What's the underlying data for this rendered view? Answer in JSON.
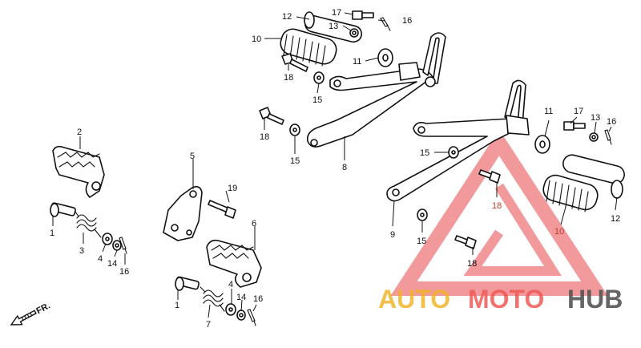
{
  "callouts": {
    "c1a": "1",
    "c1b": "1",
    "c2": "2",
    "c3": "3",
    "c4a": "4",
    "c4b": "4",
    "c5": "5",
    "c6": "6",
    "c7": "7",
    "c8": "8",
    "c9": "9",
    "c10a": "10",
    "c10b": "10",
    "c11a": "11",
    "c11b": "11",
    "c12a": "12",
    "c12b": "12",
    "c13a": "13",
    "c13b": "13",
    "c14a": "14",
    "c14b": "14",
    "c15a": "15",
    "c15b": "15",
    "c15c": "15",
    "c15d": "15",
    "c16a": "16",
    "c16b": "16",
    "c16c": "16",
    "c16d": "16",
    "c17a": "17",
    "c17b": "17",
    "c18a": "18",
    "c18b": "18",
    "c18c": "18",
    "c18d": "18",
    "c19": "19"
  },
  "direction_label": "FR.",
  "watermark": {
    "part1": "AUTO",
    "part2": "MOTO",
    "part3": "HUB",
    "colors": {
      "auto": "#f0b429",
      "moto": "#ef5b57",
      "hub": "#555555",
      "triangle": "#e8454a"
    }
  }
}
